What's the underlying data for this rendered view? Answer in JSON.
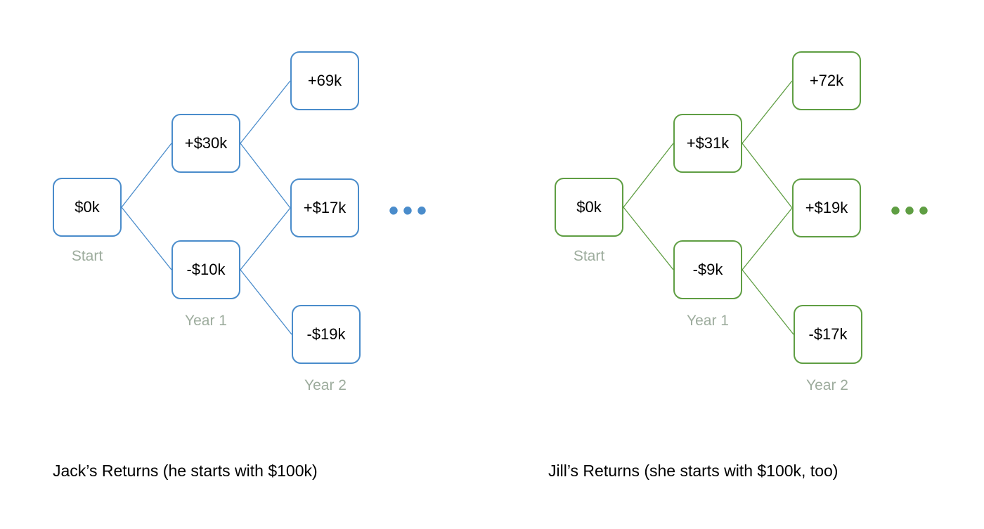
{
  "colors": {
    "jack": "#4a8ccb",
    "jill": "#5f9e43",
    "stage_label": "#9dac9d"
  },
  "trees": [
    {
      "id": "jack",
      "accent_key": "jack",
      "nodes": {
        "start": "$0k",
        "year1_up": "+$30k",
        "year1_down": "-$10k",
        "year2_upup": "+69k",
        "year2_mid": "+$17k",
        "year2_downdown": "-$19k"
      },
      "stages": [
        "Start",
        "Year 1",
        "Year 2"
      ],
      "ellipsis": "•••",
      "caption": "Jack’s Returns (he starts with $100k)"
    },
    {
      "id": "jill",
      "accent_key": "jill",
      "nodes": {
        "start": "$0k",
        "year1_up": "+$31k",
        "year1_down": "-$9k",
        "year2_upup": "+72k",
        "year2_mid": "+$19k",
        "year2_downdown": "-$17k"
      },
      "stages": [
        "Start",
        "Year 1",
        "Year 2"
      ],
      "ellipsis": "•••",
      "caption": "Jill’s Returns (she starts with $100k, too)"
    }
  ]
}
